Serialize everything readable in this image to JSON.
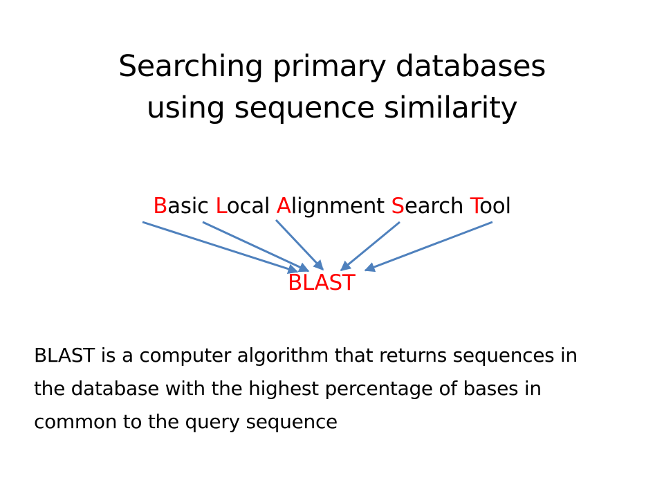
{
  "slide": {
    "title_line_1": "Searching primary databases",
    "title_line_2": "using sequence similarity",
    "expansion": [
      {
        "initial": "B",
        "rest": "asic"
      },
      {
        "initial": "L",
        "rest": "ocal"
      },
      {
        "initial": "A",
        "rest": "lignment"
      },
      {
        "initial": "S",
        "rest": "earch"
      },
      {
        "initial": "T",
        "rest": "ool"
      }
    ],
    "acronym": "BLAST",
    "definition": "BLAST is a computer algorithm that returns sequences in the database with the highest percentage of bases in common to the query sequence"
  },
  "colors": {
    "highlight": "#ff0000",
    "arrow": "#4f81bd",
    "text": "#000000",
    "background": "#ffffff"
  }
}
